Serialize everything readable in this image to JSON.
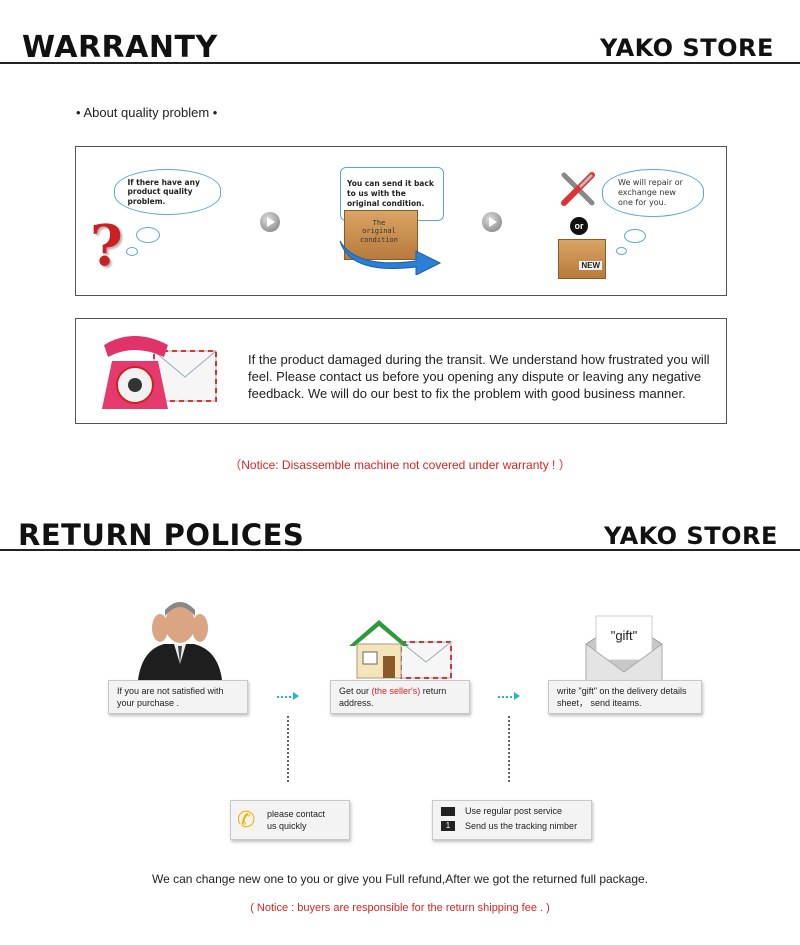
{
  "warranty": {
    "title": "WARRANTY",
    "store": "YAKO STORE",
    "subheading": "• About quality problem •",
    "step1_text": "If there have any product quality problem.",
    "step2_text": "You can send it back to us with the original condition.",
    "step2_box_label": "The original condition",
    "step3_text": "We will repair or exchange new one for you.",
    "or_label": "or",
    "new_label": "NEW",
    "damage_text": "If the product damaged during the transit. We understand how frustrated you will feel. Please contact us before you opening any dispute or leaving any negative feedback. We will do our best to fix the problem with good business manner.",
    "notice": "（Notice: Disassemble machine not covered under warranty ! ）"
  },
  "returns": {
    "title": "RETURN POLICES",
    "store": "YAKO STORE",
    "step1_text": "If you are not satisfied with your purchase .",
    "step2_prefix": "Get our ",
    "step2_highlight": "(the seller's)",
    "step2_suffix": " return address.",
    "gift_label": "\"gift\"",
    "step3_text": "write \"gift\" on the delivery details sheet， send iteams.",
    "contact_text": "please contact us quickly",
    "post_line1": "Use regular post service",
    "post_line2": "Send us the tracking nimber",
    "post_num": "1",
    "refund_text": "We can change new one to you or give you Full refund,After we got the returned full package.",
    "notice": "( Notice : buyers are responsible for the return shipping fee . )"
  },
  "colors": {
    "accent_red": "#d22222",
    "cloud_border": "#5aa8d8",
    "teal": "#33aaaa"
  }
}
